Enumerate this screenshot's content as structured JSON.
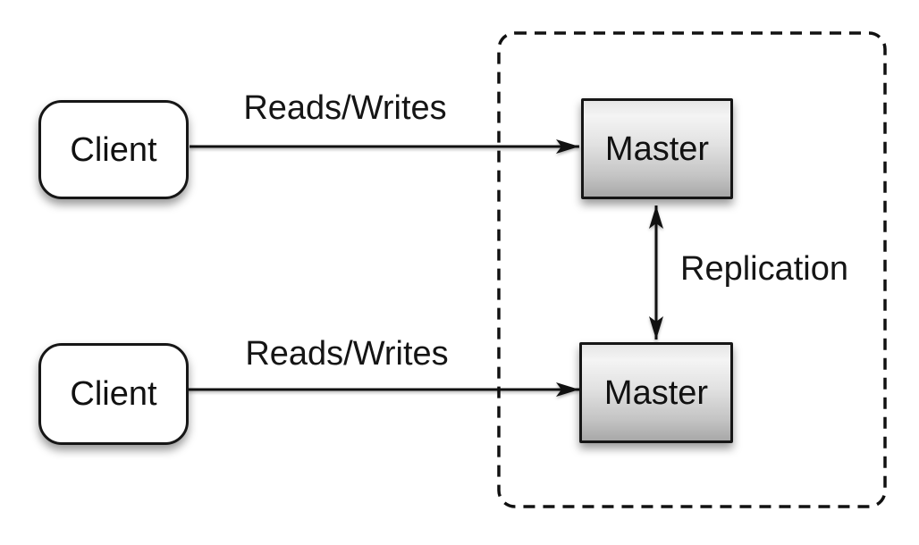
{
  "diagram": {
    "type": "architecture-diagram",
    "topic": "master-master-replication",
    "nodes": [
      {
        "id": "client-top",
        "label": "Client",
        "shape": "rounded-rect"
      },
      {
        "id": "client-bottom",
        "label": "Client",
        "shape": "rounded-rect"
      },
      {
        "id": "master-top",
        "label": "Master",
        "shape": "rect"
      },
      {
        "id": "master-bottom",
        "label": "Master",
        "shape": "rect"
      }
    ],
    "edges": [
      {
        "from": "client-top",
        "to": "master-top",
        "label": "Reads/Writes",
        "direction": "one-way"
      },
      {
        "from": "client-bottom",
        "to": "master-bottom",
        "label": "Reads/Writes",
        "direction": "one-way"
      },
      {
        "from": "master-top",
        "to": "master-bottom",
        "label": "Replication",
        "direction": "two-way"
      }
    ],
    "container": {
      "style": "dashed-rounded-rect",
      "contains": [
        "master-top",
        "master-bottom"
      ]
    },
    "colors": {
      "background": "#ffffff",
      "stroke": "#111111",
      "client_fill": "#ffffff",
      "master_fill_top": "#f4f4f4",
      "master_fill_bottom": "#a8a8a8",
      "text": "#151515"
    }
  }
}
